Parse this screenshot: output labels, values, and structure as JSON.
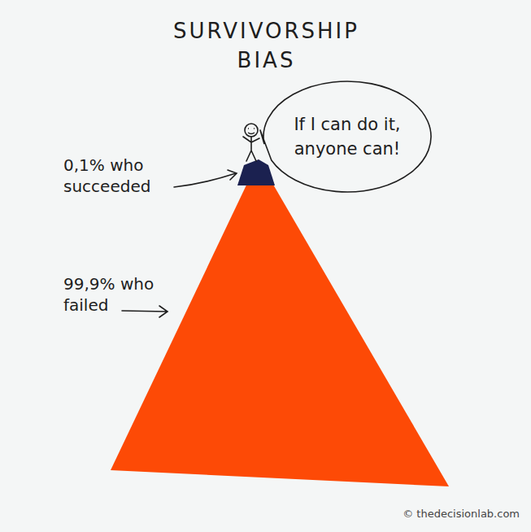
{
  "diagram": {
    "title": "SURVIVORSHIP BIAS",
    "nodes": [
      {
        "text": [
          "If I can do it, anyone can!"
        ]
      }
    ],
    "labels": [
      "0,1% who succeeded",
      "99,9% who failed",
      "© thedecisionlab.com"
    ]
  }
}
